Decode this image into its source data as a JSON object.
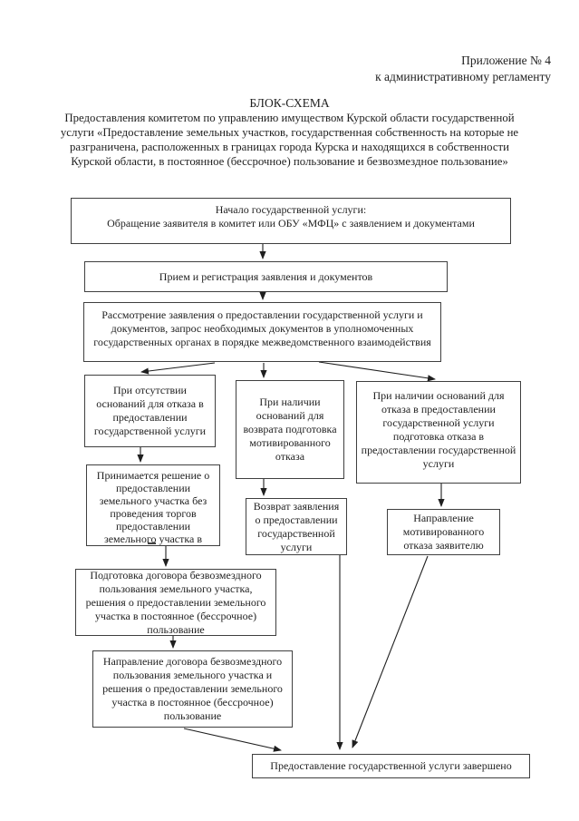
{
  "page": {
    "header": {
      "line1": "Приложение № 4",
      "line2": "к административному регламенту"
    },
    "title": "БЛОК-СХЕМА",
    "subtitle": "Предоставления комитетом по управлению имуществом Курской области государственной услуги «Предоставление земельных участков, государственная собственность на которые не разграничена, расположенных в границах города Курска и находящихся в собственности Курской области, в постоянное (бессрочное) пользование и безвозмездное пользование»",
    "colors": {
      "background": "#ffffff",
      "text": "#1f1f1f",
      "box_border": "#3f3f3f",
      "arrow": "#1f1f1f"
    }
  },
  "flowchart": {
    "boxes": {
      "start": {
        "line1": "Начало государственной услуги:",
        "line2": "Обращение заявителя в комитет или ОБУ «МФЦ» с заявлением и документами"
      },
      "reception": {
        "text": "Прием и регистрация заявления и документов"
      },
      "review": {
        "text": "Рассмотрение заявления о предоставлении государственной услуги и документов, запрос необходимых документов в уполномоченных государственных органах в порядке межведомственного взаимодействия"
      },
      "no_grounds": {
        "text": "При отсутствии оснований для отказа в предоставлении государственной услуги"
      },
      "return_grounds": {
        "text": "При наличии оснований для возврата подготовка мотивированного отказа"
      },
      "refusal_grounds": {
        "text": "При наличии оснований для отказа в предоставлении государственной услуги подготовка отказа в предоставлении государственной услуги"
      },
      "decision": {
        "text": "Принимается решение о предоставлении земельного участка без проведения торгов предоставлении земельного участка в",
        "clipped_fragment": "-"
      },
      "return_application": {
        "text": "Возврат заявления о предоставлении государственной услуги"
      },
      "send_refusal": {
        "text": "Направление мотивированного отказа заявителю"
      },
      "prepare_contract": {
        "text": "Подготовка договора безвозмездного пользования земельного участка, решения о предоставлении земельного участка в постоянное (бессрочное) пользование"
      },
      "send_contract": {
        "text": "Направление договора безвозмездного пользования земельного участка и решения о предоставлении земельного участка в постоянное (бессрочное) пользование"
      },
      "finish": {
        "text": "Предоставление государственной услуги завершено"
      }
    }
  }
}
